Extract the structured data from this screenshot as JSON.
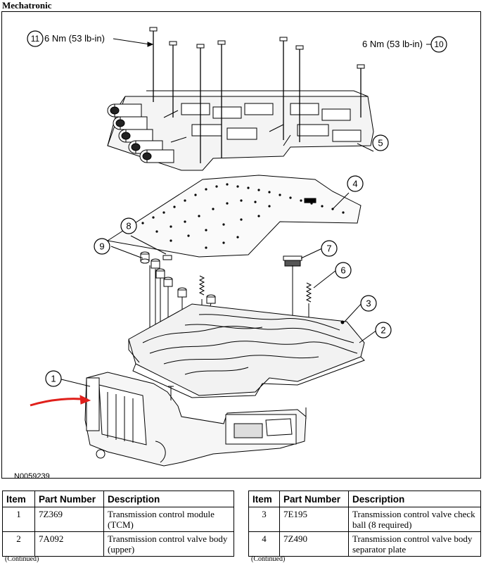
{
  "page": {
    "title": "Mechatronic"
  },
  "figure": {
    "id": "N0059239",
    "callouts": [
      "1",
      "2",
      "3",
      "4",
      "5",
      "6",
      "7",
      "8",
      "9",
      "10",
      "11"
    ],
    "torque_left": "6 Nm (53 lb-in)",
    "torque_right": "6 Nm (53 lb-in)",
    "arrow_color": "#e0201b"
  },
  "table_left": {
    "headers": [
      "Item",
      "Part Number",
      "Description"
    ],
    "rows": [
      {
        "item": "1",
        "part": "7Z369",
        "desc": "Transmission control module (TCM)"
      },
      {
        "item": "2",
        "part": "7A092",
        "desc": "Transmission control valve body (upper)"
      }
    ],
    "continued": "(Continued)"
  },
  "table_right": {
    "headers": [
      "Item",
      "Part Number",
      "Description"
    ],
    "rows": [
      {
        "item": "3",
        "part": "7E195",
        "desc": "Transmission control valve check ball (8 required)"
      },
      {
        "item": "4",
        "part": "7Z490",
        "desc": "Transmission control valve body separator plate"
      }
    ],
    "continued": "(Continued)"
  }
}
